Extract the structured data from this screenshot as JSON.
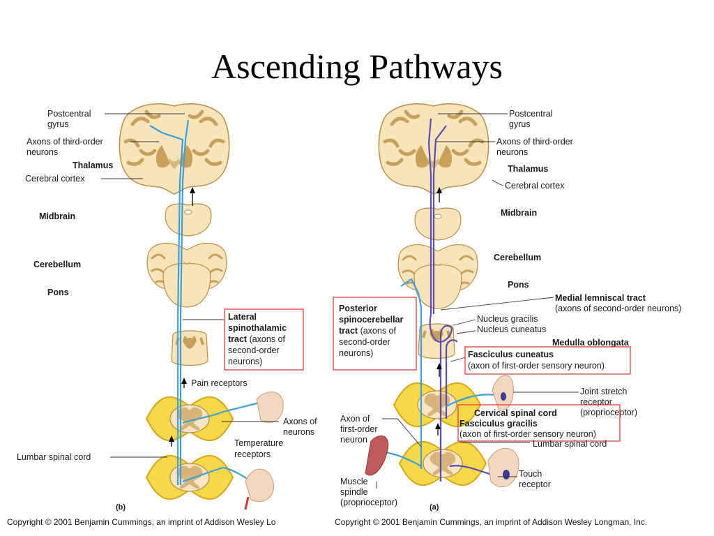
{
  "title": "Ascending Pathways",
  "left_figure": {
    "postcentral_gyrus": [
      "Postcentral",
      "gyrus"
    ],
    "third_order_axons": [
      "Axons of third-order",
      "neurons"
    ],
    "thalamus": "Thalamus",
    "cerebral_cortex": "Cerebral cortex",
    "midbrain": "Midbrain",
    "cerebellum": "Cerebellum",
    "pons": "Pons",
    "tract_box": {
      "title_line1": "Lateral",
      "title_line2": "spinothalamic",
      "line3_bold": "tract",
      "line3_rest": " (axons of",
      "line4": "second-order",
      "line5": "neurons)"
    },
    "pain_receptors": "Pain receptors",
    "axons_of_neurons": [
      "Axons of",
      "neurons"
    ],
    "temperature_receptors": [
      "Temperature",
      "receptors"
    ],
    "lumbar_spinal_cord": "Lumbar spinal cord",
    "panel_letter": "(b)"
  },
  "right_figure": {
    "postcentral_gyrus": [
      "Postcentral",
      "gyrus"
    ],
    "third_order_axons": [
      "Axons of third-order",
      "neurons"
    ],
    "thalamus": "Thalamus",
    "cerebral_cortex": "Cerebral cortex",
    "midbrain": "Midbrain",
    "cerebellum": "Cerebellum",
    "pons": "Pons",
    "medial_lemniscal": {
      "bold": "Medial lemniscal tract",
      "rest": "(axons of second-order neurons)"
    },
    "nucleus_gracilis": "Nucleus gracilis",
    "nucleus_cuneatus": "Nucleus cuneatus",
    "medulla": "Medulla oblongata",
    "posterior_box": {
      "line1": "Posterior",
      "line2": "spinocerebellar",
      "line3_bold": "tract",
      "line3_rest": " (axons of",
      "line4": "second-order",
      "line5": "neurons)"
    },
    "cuneatus_box": {
      "bold": "Fasciculus cuneatus",
      "rest": "(axon of first-order sensory neuron)"
    },
    "joint_stretch": [
      "Joint stretch",
      "receptor",
      "(proprioceptor)"
    ],
    "cervical": "Cervical spinal cord",
    "gracilis_box": {
      "bold": "Fasciculus gracilis",
      "rest": "(axon of first-order sensory neuron)"
    },
    "lumbar_spinal_cord": "Lumbar spinal cord",
    "axon_first_order": [
      "Axon of",
      "first-order",
      "neuron"
    ],
    "touch_receptor": [
      "Touch",
      "receptor"
    ],
    "muscle_spindle": [
      "Muscle",
      "spindle",
      "(proprioceptor)"
    ],
    "panel_letter": "(a)"
  },
  "copyright_left": "Copyright © 2001 Benjamin Cummings, an imprint of Addison Wesley Lo",
  "copyright_right": "Copyright © 2001 Benjamin Cummings, an imprint of Addison Wesley Longman, Inc."
}
